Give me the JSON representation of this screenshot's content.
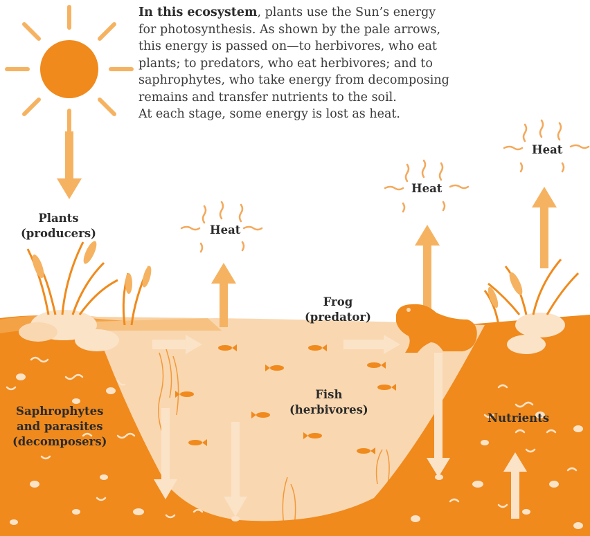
{
  "caption": {
    "lead": "In this ecosystem",
    "lines": [
      ", plants use the Sun’s energy",
      "for photosynthesis. As shown by the pale arrows,",
      "this energy is passed on—to herbivores, who eat",
      "plants; to predators, who eat herbivores; and to",
      "saphrophytes, who take energy from decomposing",
      "remains and transfer nutrients to the soil.",
      "At each stage, some energy is lost as heat."
    ]
  },
  "labels": {
    "plants": [
      "Plants",
      "(producers)"
    ],
    "frog": [
      "Frog",
      "(predator)"
    ],
    "fish": [
      "Fish",
      "(herbivores)"
    ],
    "decomposers": [
      "Saphrophytes",
      "and parasites",
      "(decomposers)"
    ],
    "nutrients": "Nutrients",
    "heat": "Heat"
  },
  "colors": {
    "dark_orange": "#f08a1c",
    "mid_orange": "#f5b362",
    "light_orange": "#f9d7b0",
    "pale_arrow": "#fbe3c8",
    "heat_squiggle": "#f3a95c",
    "text": "#2b2b2b"
  }
}
